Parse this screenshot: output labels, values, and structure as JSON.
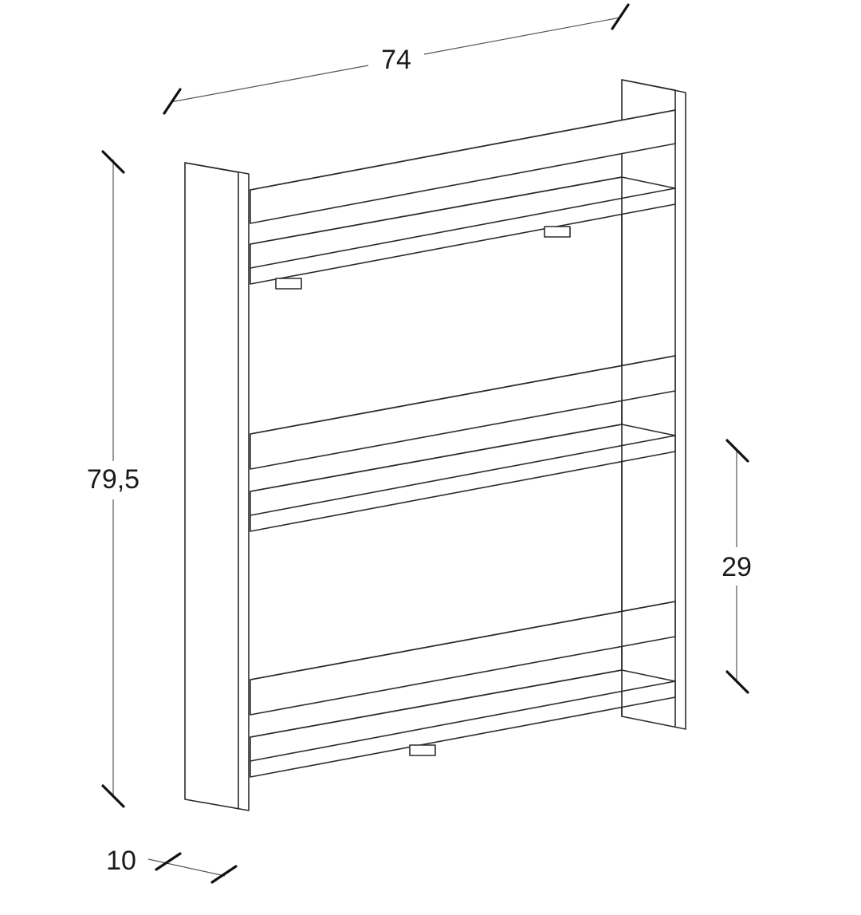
{
  "dimensions": {
    "width": "74",
    "height": "79,5",
    "shelf_spacing": "29",
    "depth": "10"
  }
}
